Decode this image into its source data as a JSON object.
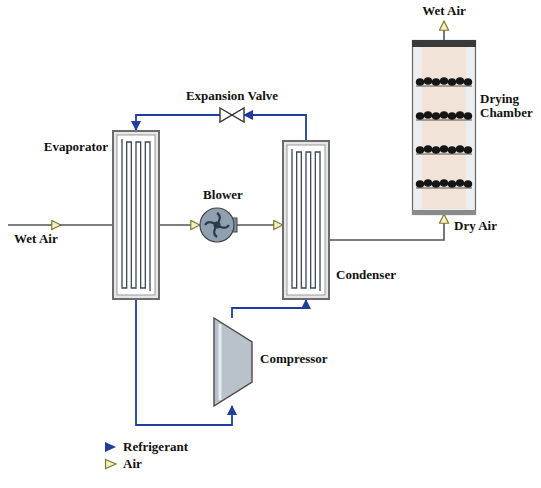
{
  "diagram": {
    "nodes": [
      {
        "text": [
          "Expansion Valve"
        ]
      },
      {
        "text": [
          "Drying Chamber"
        ]
      },
      {
        "text": [
          "Evaporator"
        ]
      },
      {
        "text": [
          "Blower"
        ]
      },
      {
        "text": [
          "Condenser"
        ]
      },
      {
        "text": [
          "Compressor"
        ]
      }
    ],
    "edges": [
      {
        "from": 4,
        "to": 0,
        "arrow": "to"
      },
      {
        "from": 0,
        "to": 2,
        "arrow": "to"
      },
      {
        "from": 2,
        "to": 5,
        "arrow": "to"
      },
      {
        "from": 5,
        "to": 4,
        "arrow": "to"
      },
      {
        "from": 2,
        "to": 3,
        "arrow": "to"
      },
      {
        "from": 3,
        "to": 4,
        "arrow": "to"
      },
      {
        "from": 4,
        "to": 1,
        "arrow": "to"
      }
    ],
    "labels": [
      "Wet Air",
      "Dry Air",
      "Wet Air"
    ],
    "legend": [
      {
        "text": "Refrigerant"
      },
      {
        "text": "Air"
      }
    ]
  }
}
